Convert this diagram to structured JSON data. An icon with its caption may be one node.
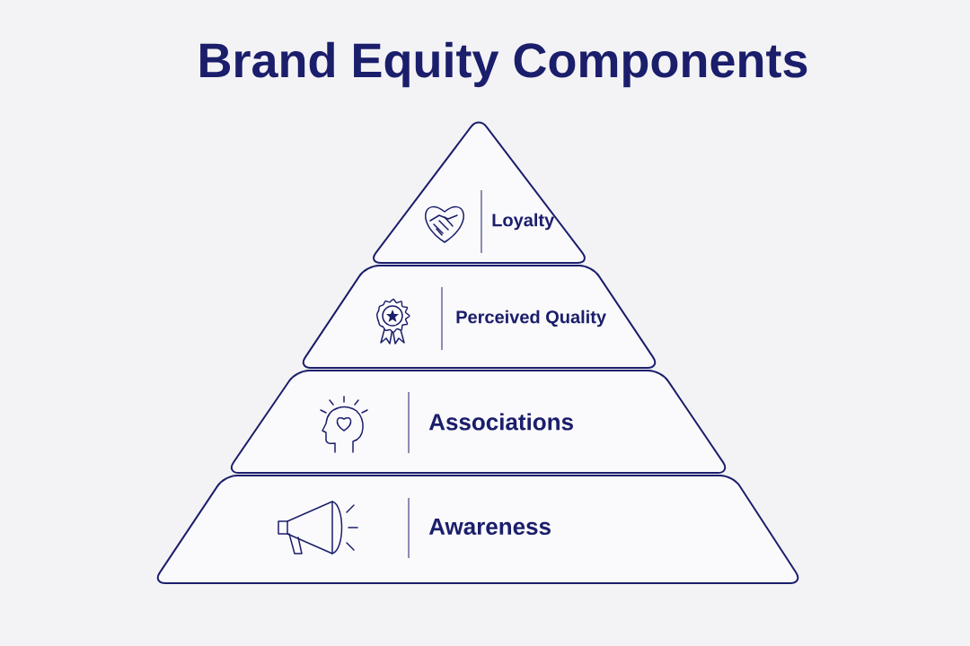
{
  "diagram": {
    "title": "Brand Equity Components",
    "nodes": [
      {
        "text": [
          "Loyalty"
        ]
      },
      {
        "text": [
          "Perceived Quality"
        ]
      },
      {
        "text": [
          "Associations"
        ]
      },
      {
        "text": [
          "Awareness"
        ]
      }
    ]
  }
}
